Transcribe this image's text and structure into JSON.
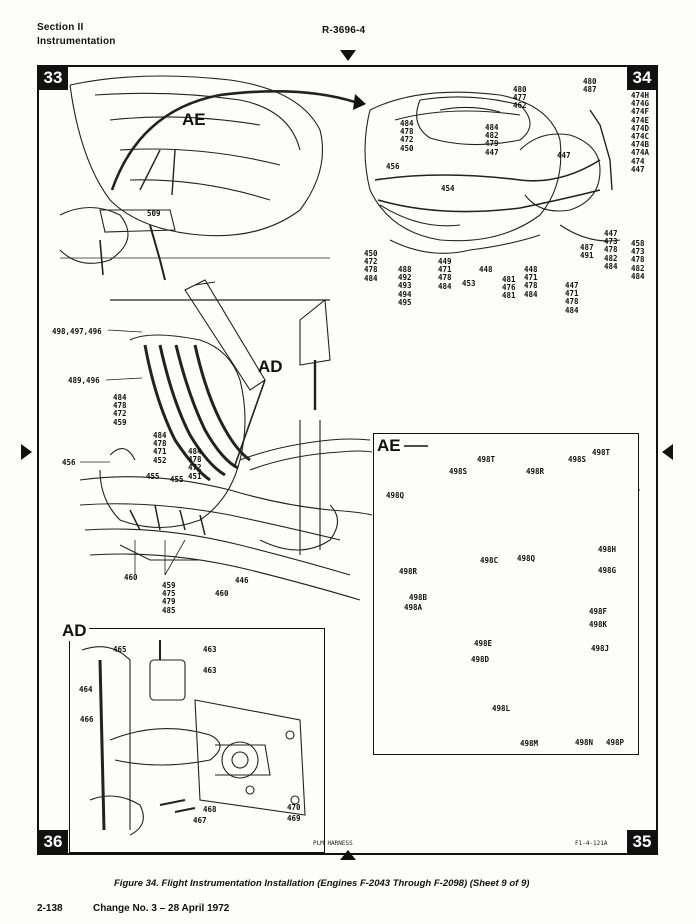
{
  "header": {
    "section": "Section II",
    "subject": "Instrumentation",
    "doc_number": "R-3696-4"
  },
  "corners": {
    "top_left": "33",
    "top_right": "34",
    "bottom_left": "36",
    "bottom_right": "35"
  },
  "details": {
    "ae_main": "AE",
    "ad_main": "AD",
    "ae_panel": "AE",
    "ad_panel": "AD"
  },
  "callouts": {
    "c509": "509",
    "c480_487": "480\n487",
    "c480_477_462": "480\n477\n462",
    "c474": "474H\n474G\n474F\n474E\n474D\n474C\n474B\n474A\n474\n447",
    "c484_478": "484\n478\n472\n450",
    "c484_482": "484\n482\n479\n447",
    "c456_top": "456",
    "c454": "454",
    "c447_mid": "447",
    "c450_472": "450\n472\n478\n484",
    "c488_492": "488\n492\n493\n494\n495",
    "c449_471": "449\n471\n478\n484",
    "c448": "448",
    "c453": "453",
    "c481_476": "481\n476\n481",
    "c448_471": "448\n471\n478\n484",
    "c447_471": "447\n471\n478\n484",
    "c487_491": "487\n491",
    "c447_473": "447\n473\n478\n482\n484",
    "c458_473": "458\n473\n478\n482\n484",
    "c498_497_496": "498,497,496",
    "c489_496": "489,496",
    "c484_478_472_459": "484\n478\n472\n459",
    "c484_478_471_452": "484\n478\n471\n452",
    "c484_472_451": "484\n478\n472\n451",
    "c456_left": "456",
    "c455_a": "455",
    "c455_b": "455",
    "c460_a": "460",
    "c459_475": "459\n475\n479\n485",
    "c446": "446",
    "c460_b": "460",
    "c465": "465",
    "c463_a": "463",
    "c463_b": "463",
    "c464": "464",
    "c466": "466",
    "c468": "468",
    "c467": "467",
    "c470": "470",
    "c469": "469",
    "c498T_a": "498T",
    "c498T_b": "498T",
    "c498S_a": "498S",
    "c498R_a": "498R",
    "c498S_b": "498S",
    "c498Q_a": "498Q",
    "c498R_b": "498R",
    "c498C": "498C",
    "c498Q_b": "498Q",
    "c498H": "498H",
    "c498G": "498G",
    "c498B": "498B",
    "c498A": "498A",
    "c498F": "498F",
    "c498K": "498K",
    "c498E": "498E",
    "c498D": "498D",
    "c498J": "498J",
    "c498L": "498L",
    "c498M": "498M",
    "c498N": "498N",
    "c498P": "498P"
  },
  "bottom_labels": {
    "harness": "PLM HARNESS",
    "figure_code": "F1-4-121A"
  },
  "caption": "Figure 34. Flight Instrumentation Installation (Engines F-2043 Through F-2098) (Sheet 9 of 9)",
  "footer": {
    "page": "2-138",
    "change": "Change No. 3 – 28 April 1972"
  }
}
